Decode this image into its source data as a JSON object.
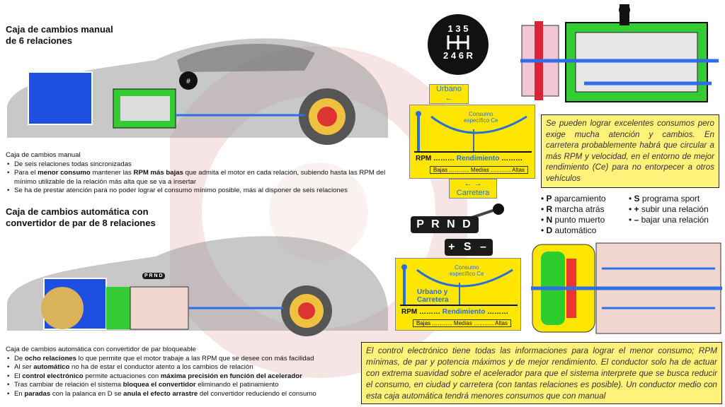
{
  "manual": {
    "title_l1": "Caja de cambios manual",
    "title_l2": "de 6 relaciones",
    "heading": "Caja de cambios manual",
    "bullets": [
      [
        [
          "De seis relaciones todas sincronizadas",
          false
        ]
      ],
      [
        [
          "Para  el ",
          false
        ],
        [
          "menor consumo",
          true
        ],
        [
          " mantener las ",
          false
        ],
        [
          "RPM más bajas",
          true
        ],
        [
          " que admita el motor en cada relación, subiendo hasta las RPM del mínimo utilizable de la relación más alta que se va a insertar",
          false
        ]
      ],
      [
        [
          "Se ha de prestar atención para no poder lograr el consumo mínimo posible, más al disponer de seis relaciones",
          false
        ]
      ]
    ],
    "shift_pattern": {
      "top": "1 3 5",
      "bottom": "2 4 6 R"
    }
  },
  "automatic": {
    "title_l1": "Caja de cambios automática con",
    "title_l2": "convertidor de par de 8 relaciones",
    "heading": "Caja de cambios automática con convertidor de par bloqueable",
    "bullets": [
      [
        [
          "De ",
          false
        ],
        [
          "ocho relaciones",
          true
        ],
        [
          " lo que permite que el motor trabaje a las RPM que se desee con más facilidad",
          false
        ]
      ],
      [
        [
          "Al ser ",
          false
        ],
        [
          "automático",
          true
        ],
        [
          " no ha de estar el conductor atento a los cambios de relación",
          false
        ]
      ],
      [
        [
          "El ",
          false
        ],
        [
          "control electrónico",
          true
        ],
        [
          " permite actuaciones con ",
          false
        ],
        [
          "máxima precisión en función del acelerador",
          true
        ]
      ],
      [
        [
          "Tras cambiar de relación el sistema ",
          false
        ],
        [
          "bloquea el convertidor",
          true
        ],
        [
          " eliminando el patinamiento",
          false
        ]
      ],
      [
        [
          "En ",
          false
        ],
        [
          "paradas",
          true
        ],
        [
          " con la palanca en D se ",
          false
        ],
        [
          "anula el efecto arrastre",
          true
        ],
        [
          " del convertidor reduciendo el consumo",
          false
        ]
      ]
    ],
    "selector_top": "P R N D",
    "selector_bottom": "+ S –",
    "mini_selector": "P R N D"
  },
  "gauge_manual": {
    "urbano": "Urbano",
    "consumo_l1": "Consumo",
    "consumo_l2": "específico Ce",
    "rpm_label": "RPM ………",
    "rendimiento": "Rendimiento",
    "rpm_tail": "………",
    "scale": "Bajas ……….. Medias ……….. Altas",
    "carretera": "Carretera"
  },
  "gauge_auto": {
    "consumo_l1": "Consumo",
    "consumo_l2": "específico Ce",
    "urbano_carretera_l1": "Urbano y",
    "urbano_carretera_l2": "Carretera",
    "rpm_label": "RPM ………",
    "rendimiento": "Rendimiento",
    "rpm_tail": "………",
    "scale": "Bajas ……….. Medias ……….. Altas"
  },
  "note_manual": "Se pueden lograr excelentes consumos pero exige mucha atención y cambios. En carretera probablemente habrá que circular a más RPM y velocidad, en el entorno de mejor rendimiento (Ce) para no entorpecer a otros vehículos",
  "legend": {
    "left": [
      {
        "key": "P",
        "text": " aparcamiento"
      },
      {
        "key": "R",
        "text": " marcha atrás"
      },
      {
        "key": "N",
        "text": " punto muerto"
      },
      {
        "key": "D",
        "text": " automático"
      }
    ],
    "right": [
      {
        "key": "S",
        "text": " programa sport"
      },
      {
        "key": "+",
        "text": " subir una relación"
      },
      {
        "key": "–",
        "text": " bajar una relación"
      }
    ]
  },
  "note_auto": "El control electrónico tiene todas las informaciones para lograr el menor consumo; RPM mínimas, de par y potencia máximos y de mejor rendimiento. El conductor solo ha de actuar con extrema suavidad sobre el acelerador para que el sistema interprete que se busca reducir el consumo, en ciudad y carretera (con tantas relaciones es posible). Un conductor medio con esta caja automática tendrá menores consumos que con manual",
  "colors": {
    "note_bg": "#fff27a",
    "gauge_bg": "#ffe600",
    "accent_blue": "#2a6fd6",
    "green_housing": "#2ecc2e",
    "watermark": "#c0392b"
  }
}
